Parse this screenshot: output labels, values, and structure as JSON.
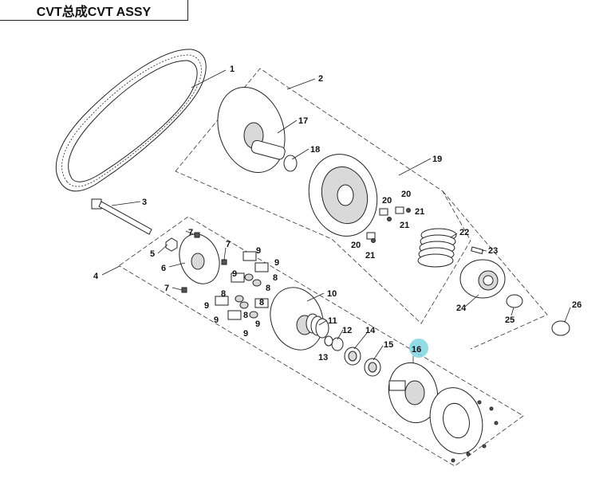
{
  "header": {
    "title": "CVT总成CVT ASSY"
  },
  "callouts": {
    "c1": "1",
    "c2": "2",
    "c3": "3",
    "c4": "4",
    "c5": "5",
    "c6": "6",
    "c7a": "7",
    "c7b": "7",
    "c7c": "7",
    "c8a": "8",
    "c8b": "8",
    "c8c": "8",
    "c8d": "8",
    "c8e": "8",
    "c9a": "9",
    "c9b": "9",
    "c9c": "9",
    "c9d": "9",
    "c9e": "9",
    "c9f": "9",
    "c9g": "9",
    "c10": "10",
    "c11": "11",
    "c12": "12",
    "c13": "13",
    "c14": "14",
    "c15": "15",
    "c16": "16",
    "c17": "17",
    "c18": "18",
    "c19": "19",
    "c20a": "20",
    "c20b": "20",
    "c20c": "20",
    "c21a": "21",
    "c21b": "21",
    "c21c": "21",
    "c22": "22",
    "c23": "23",
    "c24": "24",
    "c25": "25",
    "c26": "26"
  },
  "colors": {
    "highlight": "#7fd3df",
    "line": "#222222"
  }
}
